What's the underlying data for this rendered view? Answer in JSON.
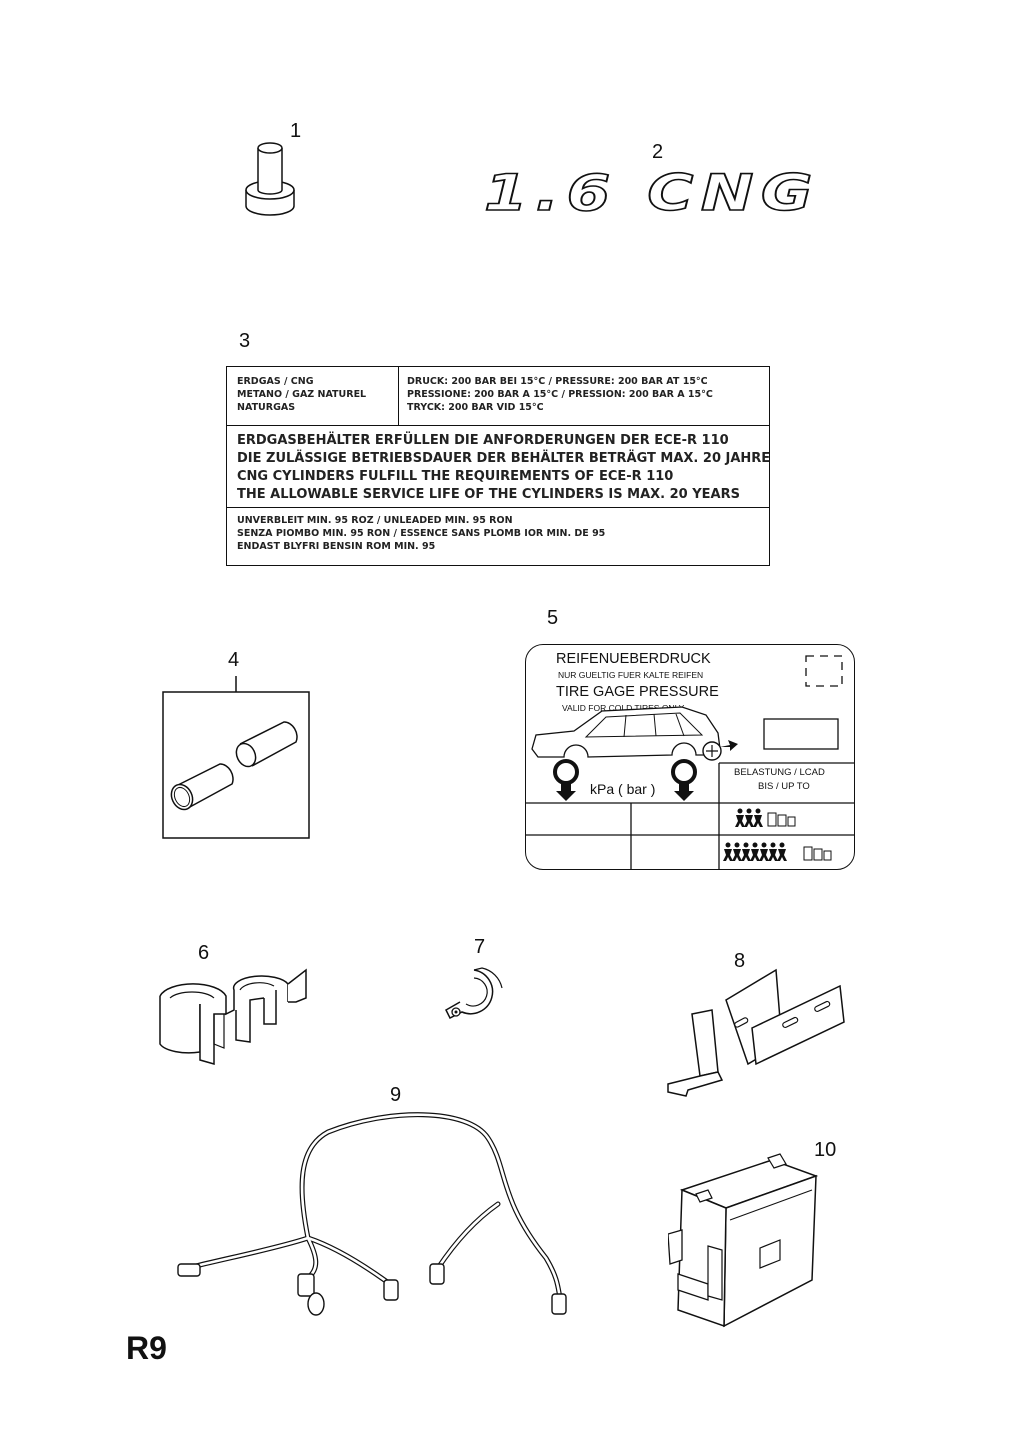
{
  "callouts": {
    "n1": "1",
    "n2": "2",
    "n3": "3",
    "n4": "4",
    "n5": "5",
    "n6": "6",
    "n7": "7",
    "n8": "8",
    "n9": "9",
    "n10": "10"
  },
  "badge": {
    "text": "1.6 CNG"
  },
  "label3": {
    "fuel_names": [
      "ERDGAS / CNG",
      "METANO / GAZ NATUREL",
      "NATURGAS"
    ],
    "pressure_lines": [
      "DRUCK: 200 BAR BEI 15°C / PRESSURE: 200 BAR AT 15°C",
      "PRESSIONE: 200 BAR A 15°C / PRESSION: 200 BAR A 15°C",
      "TRYCK: 200 BAR VID 15°C"
    ],
    "requirement_lines": [
      "ERDGASBEHÄLTER ERFÜLLEN DIE ANFORDERUNGEN DER ECE-R 110",
      "DIE ZULÄSSIGE BETRIEBSDAUER DER BEHÄLTER BETRÄGT MAX. 20 JAHRE",
      "CNG CYLINDERS FULFILL THE REQUIREMENTS OF ECE-R 110",
      "THE ALLOWABLE SERVICE LIFE OF THE CYLINDERS IS MAX. 20 YEARS"
    ],
    "fuel_grade_lines": [
      "UNVERBLEIT MIN. 95 ROZ / UNLEADED MIN. 95 RON",
      "SENZA PIOMBO MIN. 95 RON / ESSENCE SANS PLOMB IOR MIN. DE 95",
      "ENDAST BLYFRI BENSIN ROM MIN. 95"
    ]
  },
  "label5": {
    "title_de": "REIFENUEBERDRUCK",
    "subtitle_de": "NUR GUELTIG FUER KALTE  REIFEN",
    "title_en": "TIRE GAGE PRESSURE",
    "subtitle_en": "VALID FOR COLD TIRES ONLY",
    "unit": "kPa ( bar )",
    "load_line1": "BELASTUNG / LCAD",
    "load_line2": "BIS / UP TO"
  },
  "page_code": "R9"
}
